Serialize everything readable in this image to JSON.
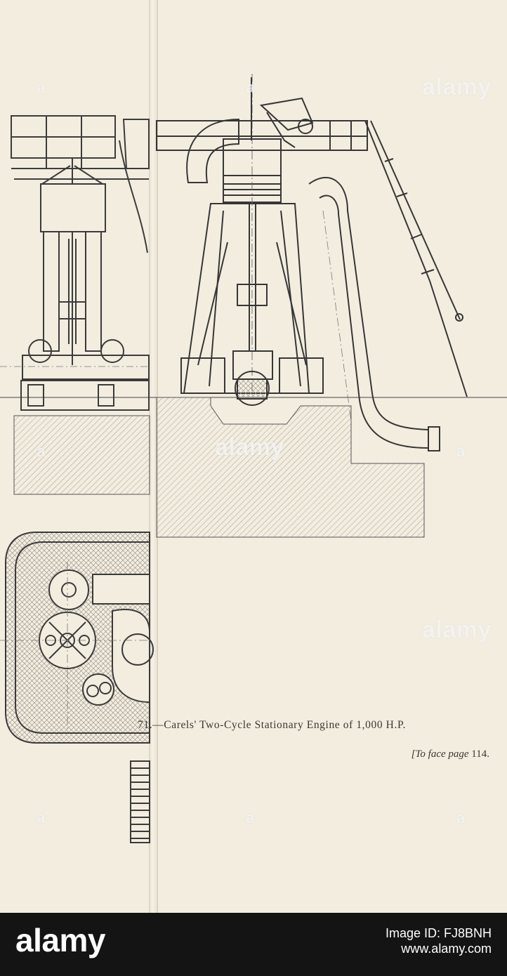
{
  "caption": {
    "figure_text": "71.—Carels' Two-Cycle Stationary Engine of 1,000 H.P.",
    "face_page_prefix": "[To face page",
    "face_page_number": "114."
  },
  "watermark": {
    "text": "alamy",
    "symbol": "a"
  },
  "footer": {
    "logo": "alamy",
    "image_id": "Image ID: FJ8BNH",
    "site": "www.alamy.com"
  }
}
